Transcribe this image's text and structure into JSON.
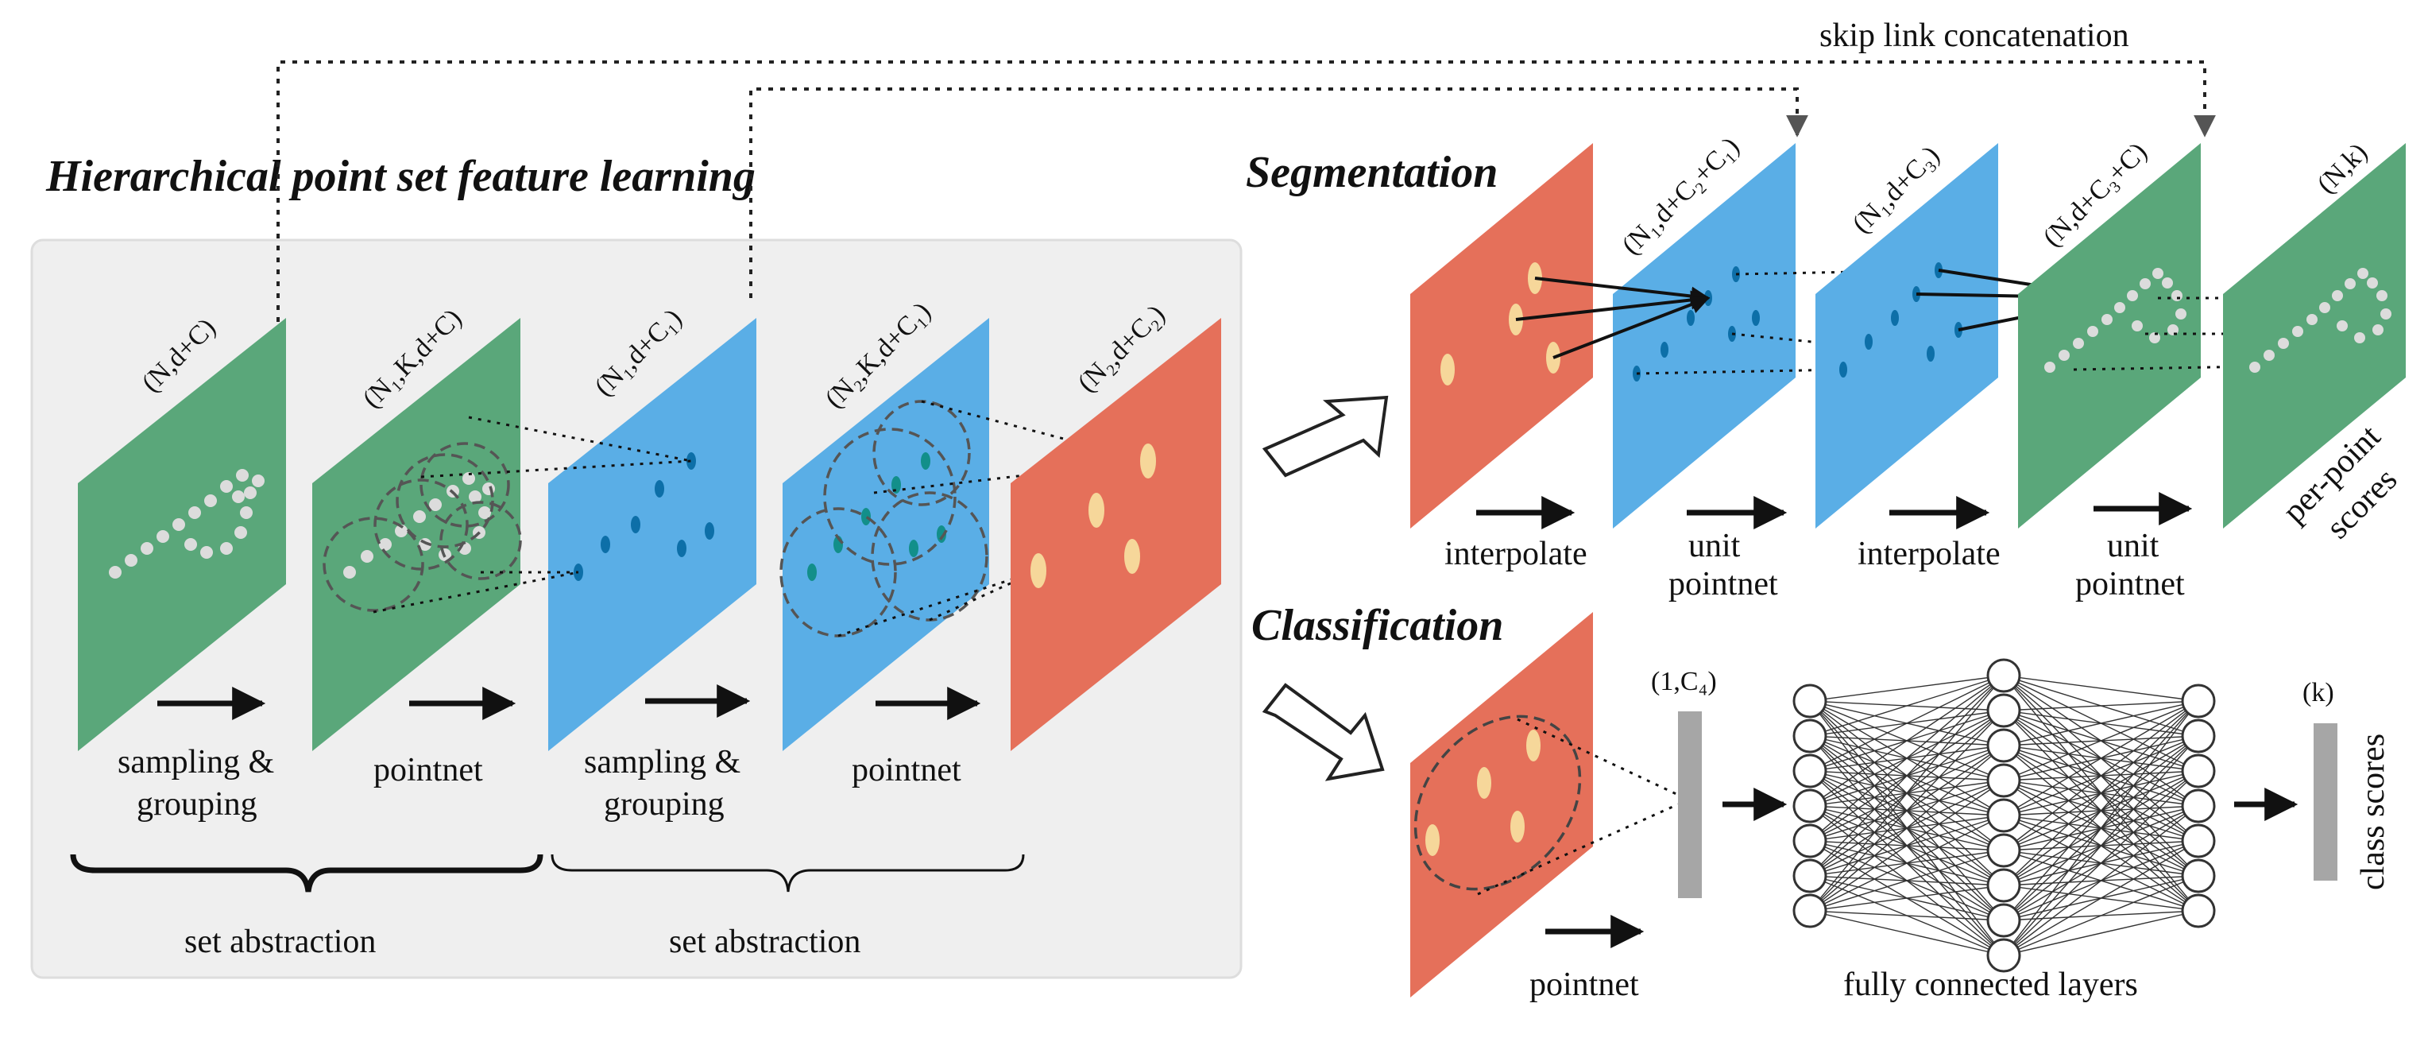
{
  "titles": {
    "hierarchical": "Hierarchical point set feature learning",
    "segmentation": "Segmentation",
    "classification": "Classification"
  },
  "skip_link": "skip link concatenation",
  "dims": {
    "n_d_c": "(N,d+C)",
    "n1_k_d_c": "(N₁,K,d+C)",
    "n1_d_c1": "(N₁,d+C₁)",
    "n2_k_d_c1": "(N₂,K,d+C₁)",
    "n2_d_c2": "(N₂,d+C₂)",
    "seg_n1_d_c2_c1": "(N₁,d+C₂+C₁)",
    "seg_n1_d_c3": "(N₁,d+C₃)",
    "seg_n_d_c3_c": "(N,d+C₃+C)",
    "seg_n_k": "(N,k)",
    "cls_1_c4": "(1,C₄)",
    "cls_k": "(k)"
  },
  "steps": {
    "sampling_grouping": [
      "sampling &",
      "grouping"
    ],
    "pointnet": "pointnet",
    "set_abstraction": "set abstraction",
    "interpolate": "interpolate",
    "unit_pointnet": [
      "unit",
      "pointnet"
    ],
    "per_point_scores": [
      "per-point",
      "scores"
    ],
    "fully_connected": "fully connected layers",
    "class_scores": "class scores"
  },
  "colors": {
    "green": "#5aa77a",
    "blue": "#5aaee6",
    "red": "#e5705a",
    "panel_bg": "#efefef",
    "gray_bar": "#a6a6a6",
    "point_light": "#dcdcdc",
    "point_blue": "#0d6fa8",
    "point_teal": "#128f8a",
    "point_cream": "#f6d79a"
  },
  "icons": [
    "arrow-right-icon",
    "hollow-arrow-icon"
  ]
}
